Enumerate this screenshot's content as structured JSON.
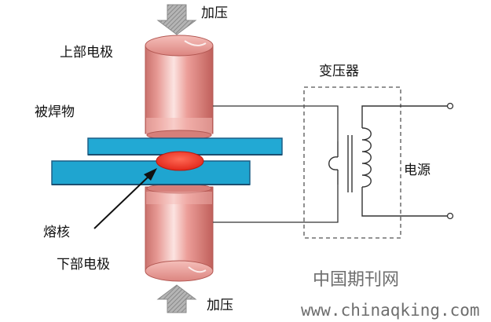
{
  "labels": {
    "pressure_top": "加压",
    "upper_electrode": "上部电极",
    "workpiece": "被焊物",
    "nugget": "熔核",
    "lower_electrode": "下部电极",
    "pressure_bottom": "加压",
    "transformer": "变压器",
    "power_source": "电源"
  },
  "watermark": {
    "chinese": "中国期刊网",
    "url": "www.chinaqking.com"
  },
  "colors": {
    "electrode_main": "#e3908c",
    "electrode_highlight": "#fbe0dd",
    "electrode_shadow": "#c0605b",
    "plate": "#20a7d2",
    "plate_edge": "#1d5f86",
    "nugget": "#ee3a2c",
    "arrow": "#a8a8a8",
    "transformer_box": "#555555"
  }
}
